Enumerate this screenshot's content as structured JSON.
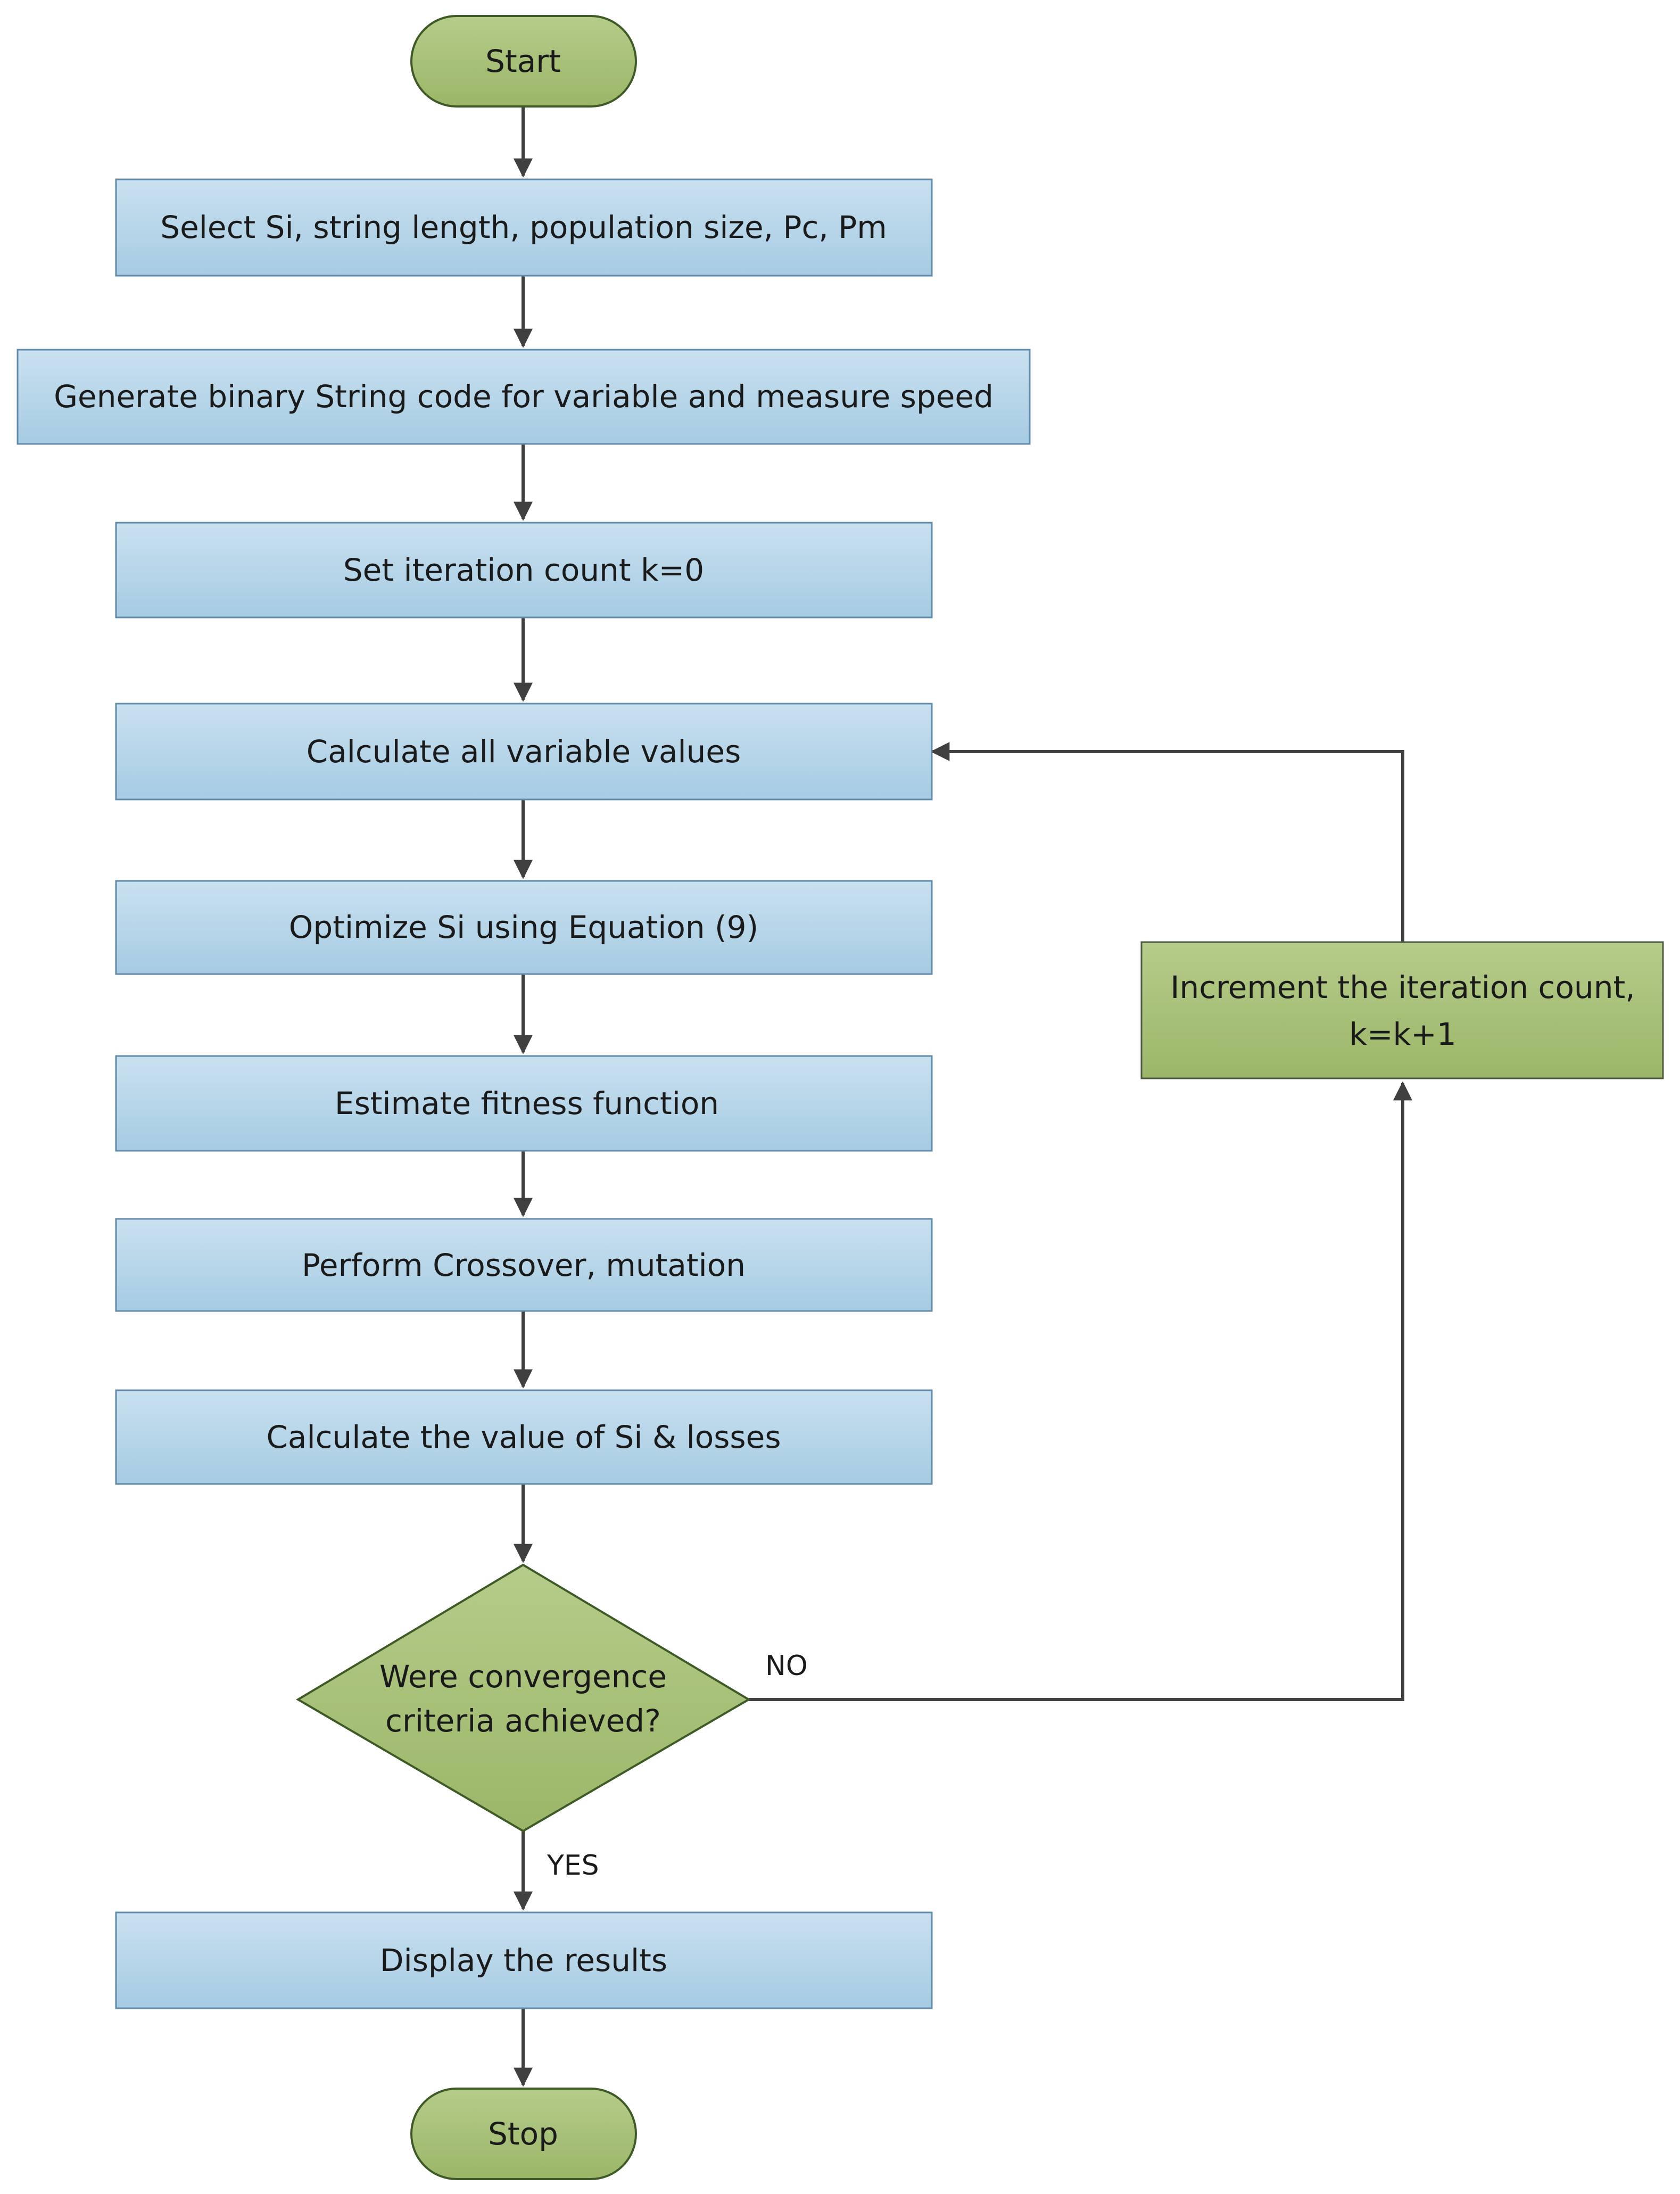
{
  "colors": {
    "process_fill_top": "#c9e1f0",
    "process_fill_bottom": "#a6cbe3",
    "process_stroke": "#5f8aa8",
    "terminal_fill_top": "#b5cc8a",
    "terminal_fill_bottom": "#9bb668",
    "terminal_stroke": "#3e5a26",
    "arrow": "#404040"
  },
  "nodes": {
    "start": "Start",
    "select": "Select Si, string length, population size, Pc, Pm",
    "generate": "Generate binary String code for variable and measure speed",
    "set_iteration": "Set iteration count k=0",
    "calc_values": "Calculate all variable values",
    "optimize": "Optimize Si using Equation (9)",
    "estimate": "Estimate fitness function",
    "crossover": "Perform Crossover, mutation",
    "calc_si": "Calculate the value of Si & losses",
    "decision_line1": "Were convergence",
    "decision_line2": "criteria achieved?",
    "increment_line1": "Increment the iteration count,",
    "increment_line2": "k=k+1",
    "display": "Display the results",
    "stop": "Stop"
  },
  "edges": {
    "no_label": "NO",
    "yes_label": "YES"
  }
}
